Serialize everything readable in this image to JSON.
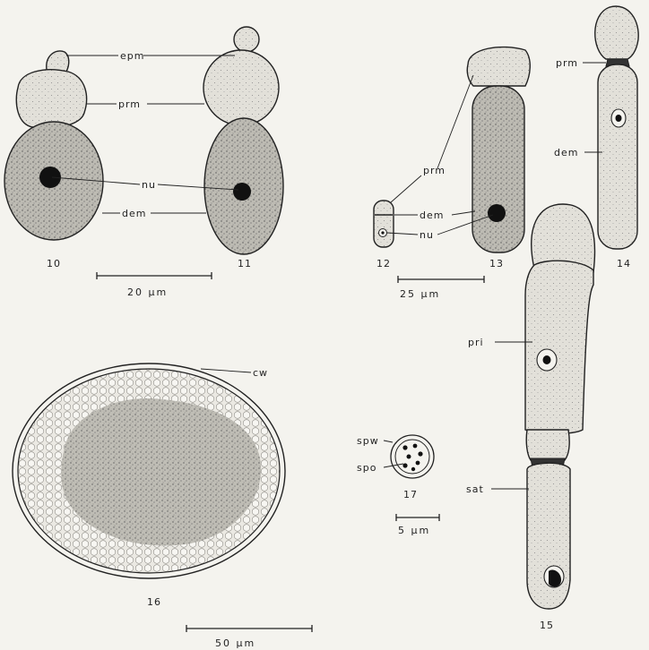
{
  "labels": {
    "epm": "epm",
    "prm": "prm",
    "nu": "nu",
    "dem": "dem",
    "pri": "pri",
    "sat": "sat",
    "cw": "cw",
    "spw": "spw",
    "spo": "spo"
  },
  "figure_numbers": {
    "f10": "10",
    "f11": "11",
    "f12": "12",
    "f13": "13",
    "f14": "14",
    "f15": "15",
    "f16": "16",
    "f17": "17"
  },
  "scale_bars": {
    "s20": "20 µm",
    "s25": "25 µm",
    "s5": "5 µm",
    "s50": "50 µm"
  },
  "colors": {
    "background": "#f4f3ee",
    "ink": "#222222",
    "dense_cell": "#bdbbb3",
    "light_cell": "#e2e0d9",
    "nucleus": "#111111"
  }
}
